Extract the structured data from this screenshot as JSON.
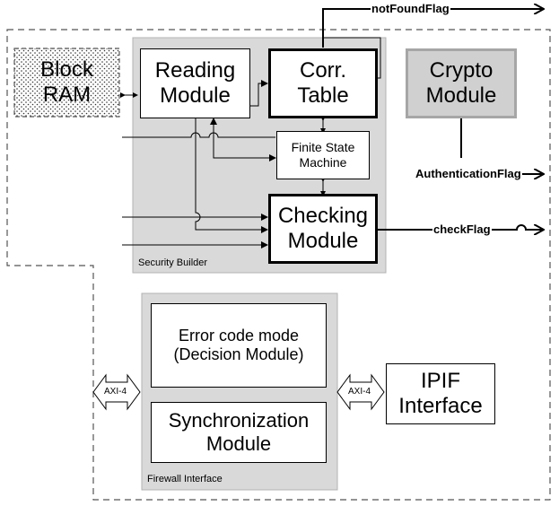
{
  "blocks": {
    "block_ram": "Block RAM",
    "reading_module": "Reading Module",
    "corr_table": "Corr. Table",
    "crypto_module": "Crypto Module",
    "finite_state_machine": "Finite State Machine",
    "checking_module": "Checking Module",
    "error_code_mode": "Error code mode (Decision Module)",
    "synchronization_module": "Synchronization Module",
    "ipif_interface": "IPIF Interface"
  },
  "regions": {
    "security_builder": "Security Builder",
    "firewall_interface": "Firewall Interface"
  },
  "signals": {
    "not_found_flag": "notFoundFlag",
    "authentication_flag": "AuthenticationFlag",
    "check_flag": "checkFlag"
  },
  "bus": {
    "left_axi": "AXI-4",
    "right_axi": "AXI-4"
  }
}
